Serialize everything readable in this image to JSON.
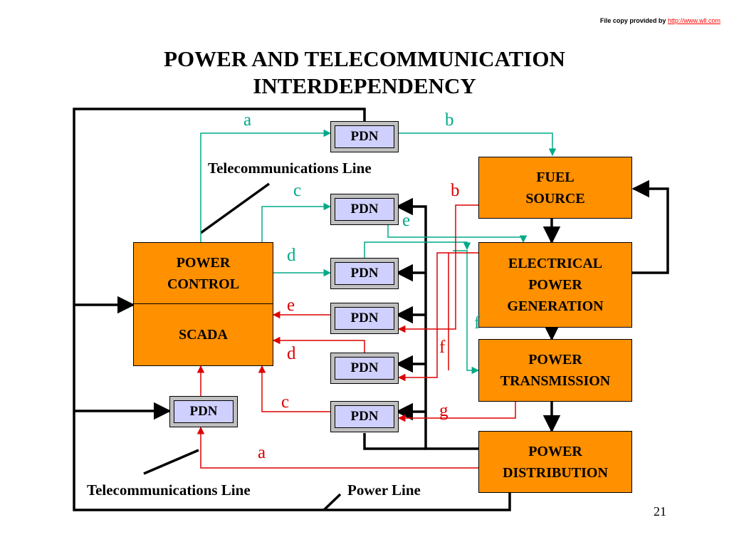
{
  "credit": {
    "prefix": "File copy provided by",
    "url": "http://www.wll.com"
  },
  "title": {
    "line1": "POWER AND TELECOMMUNICATION",
    "line2": "INTERDEPENDENCY"
  },
  "boxes": {
    "fuel": "FUEL\nSOURCE",
    "generation": "ELECTRICAL\nPOWER\nGENERATION",
    "transmission": "POWER\nTRANSMISSION",
    "distribution": "POWER\nDISTRIBUTION",
    "control": "POWER\nCONTROL",
    "scada": "SCADA"
  },
  "pdn_label": "PDN",
  "link_labels": {
    "telecom_top": [
      "a",
      "b",
      "c",
      "e",
      "d",
      "f"
    ],
    "power_side": [
      "b",
      "e",
      "d",
      "f",
      "c",
      "g",
      "a"
    ]
  },
  "captions": {
    "telecom_line": "Telecommunications Line",
    "power_line": "Power Line"
  },
  "page_number": "21",
  "colors": {
    "box_fill": "#ff9000",
    "pdn_face": "#d0d0ff",
    "telecom_arrow": "#00aa88",
    "power_arrow": "#dd0000",
    "power_line": "#000000"
  }
}
